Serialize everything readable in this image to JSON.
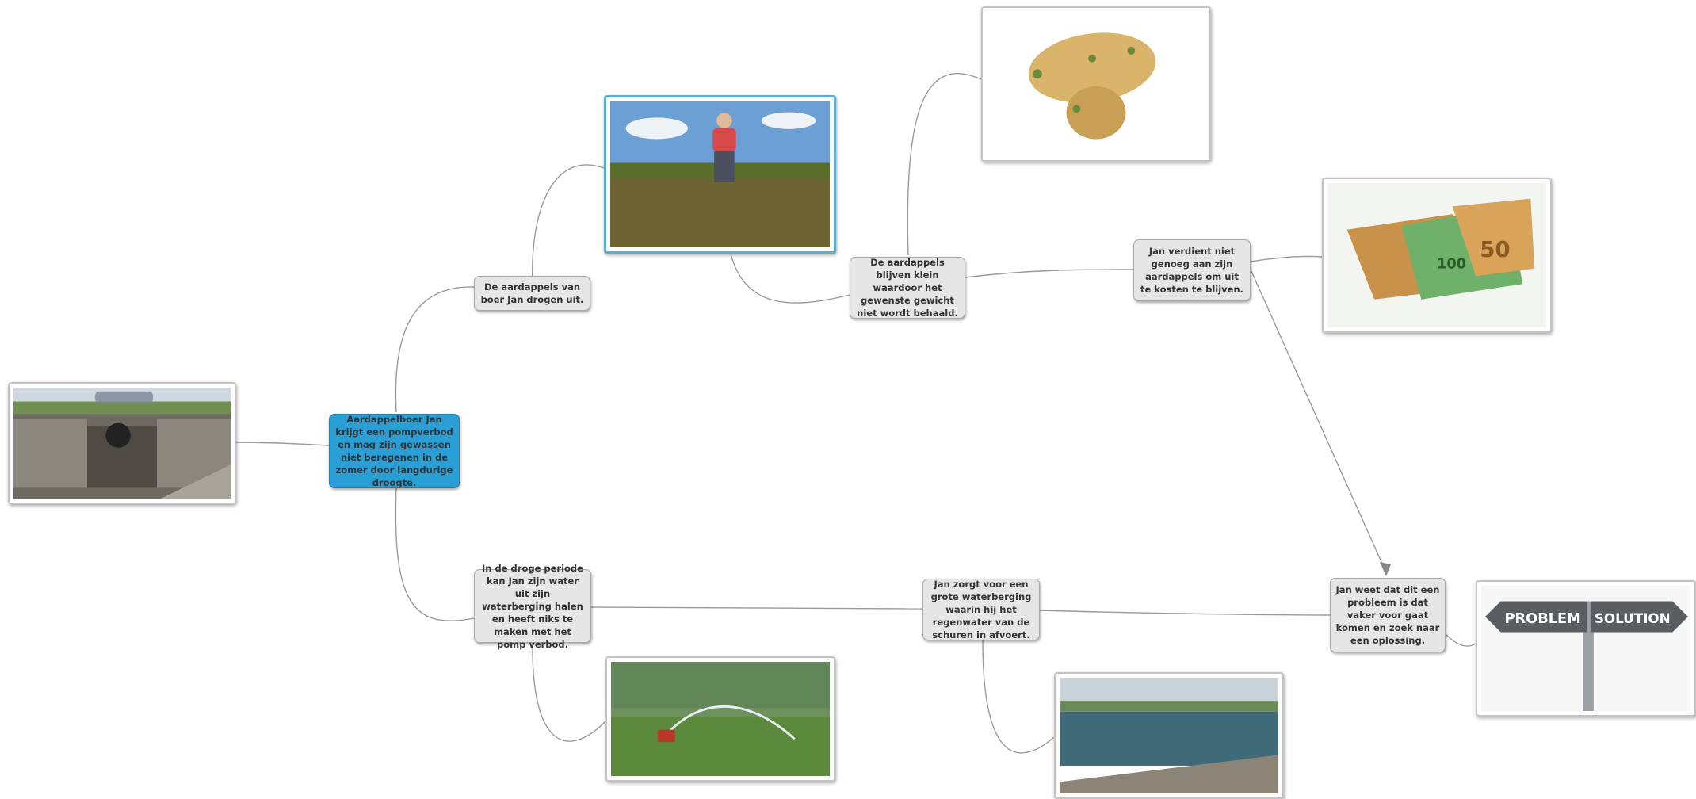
{
  "nodes": {
    "central": "Aardappelboer Jan krijgt een pompverbod en mag zijn gewassen niet beregenen in de zomer door langdurige droogte.",
    "dry_potatoes": "De aardappels van boer Jan drogen uit.",
    "small_potatoes": "De aardappels blijven klein waardoor het gewenste gewicht niet wordt behaald.",
    "not_enough_income": "Jan verdient niet genoeg aan zijn aardappels om uit te kosten te blijven.",
    "problem_search": "Jan weet dat dit een probleem is dat vaker voor gaat komen en zoek naar een oplossing.",
    "water_storage": "In de droge periode kan Jan zijn water uit zijn waterberging halen en heeft niks te maken met het pomp verbod.",
    "rainwater_basin": "Jan zorgt voor een grote waterberging waarin hij het regenwater van de schuren in afvoert."
  },
  "images": {
    "sign_left": "PROBLEM",
    "sign_right": "SOLUTION",
    "banknote_large": "50",
    "banknote_small": "100"
  },
  "colors": {
    "central_fill": "#2a9fd6",
    "node_fill": "#e6e6e6",
    "link": "#9a9a9a"
  }
}
